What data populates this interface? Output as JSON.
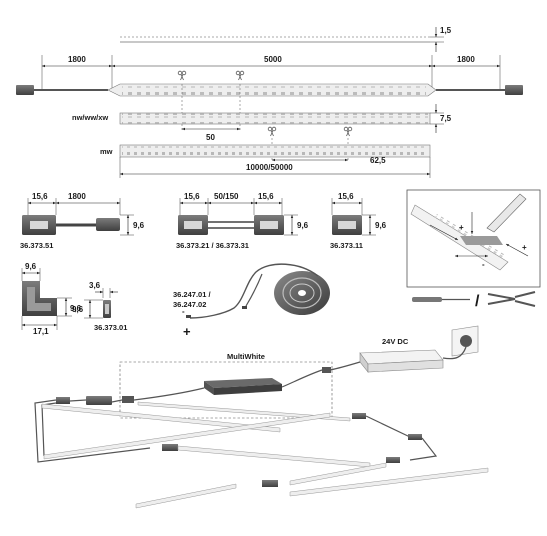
{
  "dimensions": {
    "strip_thickness": "1,5",
    "lead_length_left": "1800",
    "strip_length": "5000",
    "lead_length_right": "1800",
    "strip_height": "7,5",
    "cut_pitch_nw": "50",
    "cut_pitch_mw": "62,5",
    "reel_length": "10000/50000"
  },
  "strip_types": {
    "nw_ww_xw": "nw/ww/xw",
    "mw": "mw"
  },
  "connectors": [
    {
      "code": "36.373.51",
      "width": "15,6",
      "cable": "1800",
      "height": "9,6"
    },
    {
      "code": "36.373.21 / 36.373.31",
      "width_left": "15,6",
      "gap": "50/150",
      "width_right": "15,6",
      "height": "9,6"
    },
    {
      "code": "36.373.11",
      "width": "15,6",
      "height": "9,6"
    },
    {
      "code": "36.373.01",
      "width": "3,6",
      "height": "9,6"
    }
  ],
  "corner": {
    "leg": "9,6",
    "length": "17,1",
    "height": "9,6"
  },
  "reel": {
    "codes": "36.247.01 /\n36.247.02",
    "code_a": "36.247.01 /",
    "code_b": "36.247.02",
    "minus": "-",
    "plus": "+"
  },
  "assembly_detail": {
    "plus_a": "+",
    "minus_a": "-",
    "plus_b": "+",
    "slash": "/"
  },
  "system": {
    "multiwhite_label": "MultiWhite",
    "psu_label": "24V DC"
  }
}
